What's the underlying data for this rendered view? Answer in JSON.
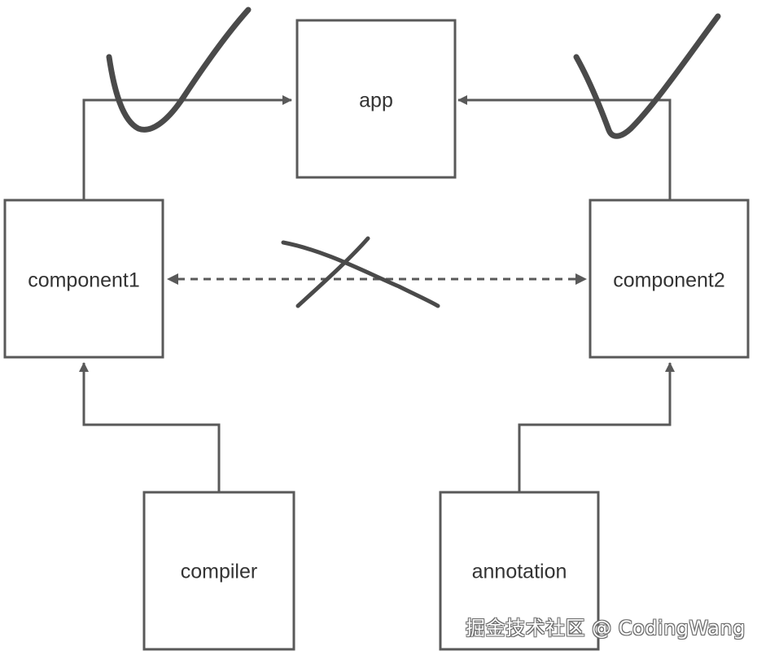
{
  "nodes": {
    "app": "app",
    "component1": "component1",
    "component2": "component2",
    "compiler": "compiler",
    "annotation": "annotation"
  },
  "watermark": "掘金技术社区 @ CodingWang",
  "colors": {
    "line": "#595959",
    "text": "#333333",
    "ink": "#4a4a4a"
  }
}
